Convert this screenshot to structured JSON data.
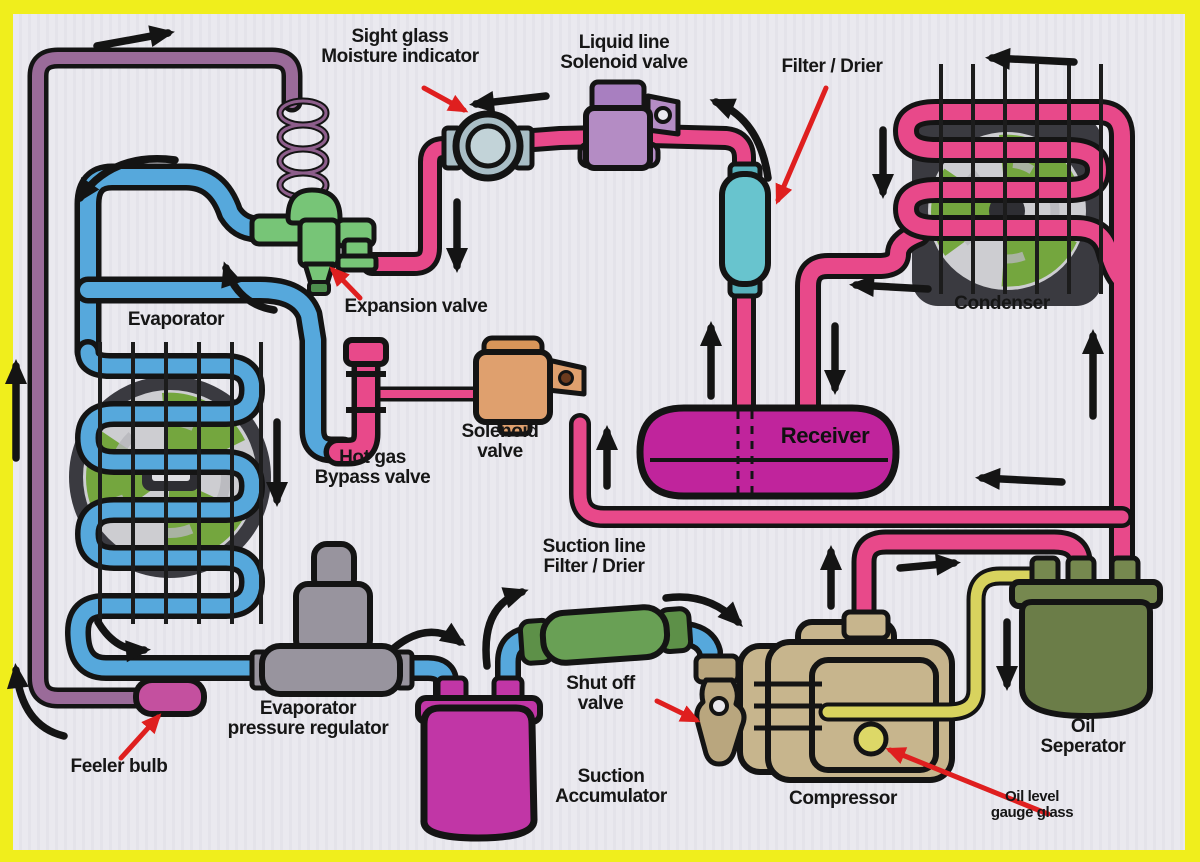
{
  "diagram": {
    "type": "refrigeration-cycle-schematic",
    "labels": {
      "sight_glass_1": "Sight glass",
      "sight_glass_2": "Moisture indicator",
      "liquid_line_1": "Liquid line",
      "liquid_line_2": "Solenoid valve",
      "filter_drier": "Filter / Drier",
      "condenser": "Condenser",
      "expansion_valve": "Expansion valve",
      "evaporator": "Evaporator",
      "hot_gas_1": "Hot gas",
      "hot_gas_2": "Bypass valve",
      "solenoid_1": "Solenoid",
      "solenoid_2": "valve",
      "receiver": "Receiver",
      "suction_fd_1": "Suction line",
      "suction_fd_2": "Filter / Drier",
      "epr_1": "Evaporator",
      "epr_2": "pressure regulator",
      "feeler_bulb": "Feeler bulb",
      "suction_acc_1": "Suction",
      "suction_acc_2": "Accumulator",
      "shut_off_1": "Shut off",
      "shut_off_2": "valve",
      "compressor": "Compressor",
      "oil_sep_1": "Oil",
      "oil_sep_2": "Seperator",
      "oil_level_1": "Oil level",
      "oil_level_2": "gauge glass"
    },
    "colors": {
      "border_yellow": "#f0ee1c",
      "background": "#e9e8ee",
      "pipe_pink": "#e8498a",
      "pipe_blue": "#56a8dc",
      "pipe_purple": "#9a6b99",
      "pipe_yellow": "#d8d35e",
      "tank_magenta": "#c0249c",
      "accumulator_magenta": "#c136a6",
      "valve_green": "#77c577",
      "valve_orange": "#dfa06e",
      "solenoid_purple": "#b48cc4",
      "filter_teal": "#68c4ce",
      "filter_green": "#69a055",
      "separator_olive": "#6b7d48",
      "compressor_tan": "#c7b58d",
      "regulator_gray": "#98949e",
      "sight_glass_gray": "#a9bec6",
      "fan_blade_green": "#74a63e",
      "arrow_black": "#141414",
      "arrow_red": "#df1f1f"
    }
  }
}
